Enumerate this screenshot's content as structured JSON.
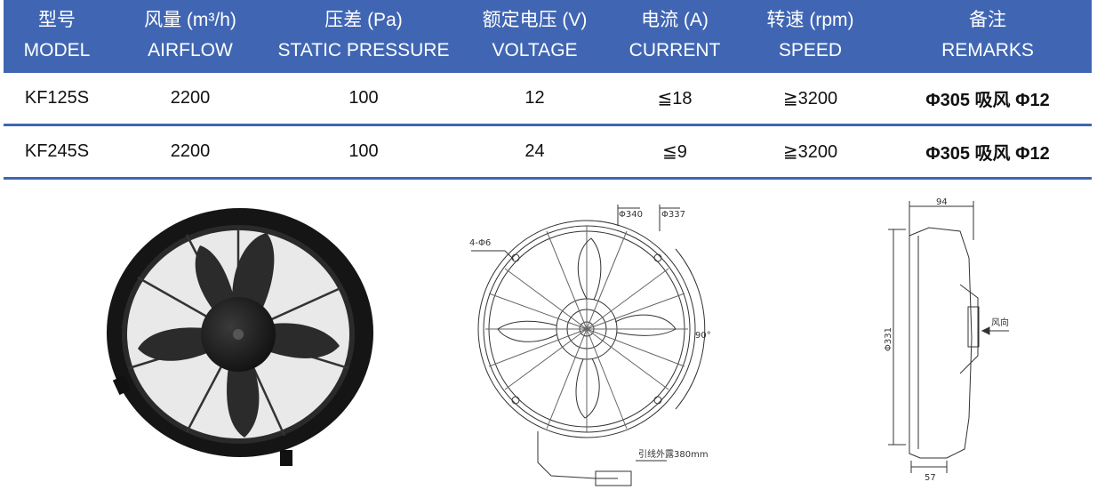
{
  "table": {
    "headers": [
      {
        "cn": "型号",
        "en": "MODEL"
      },
      {
        "cn": "风量 (m³/h)",
        "en": "AIRFLOW"
      },
      {
        "cn": "压差 (Pa)",
        "en": "STATIC PRESSURE"
      },
      {
        "cn": "额定电压 (V)",
        "en": "VOLTAGE"
      },
      {
        "cn": "电流 (A)",
        "en": "CURRENT"
      },
      {
        "cn": "转速 (rpm)",
        "en": "SPEED"
      },
      {
        "cn": "备注",
        "en": "REMARKS"
      }
    ],
    "rows": [
      [
        "KF125S",
        "2200",
        "100",
        "12",
        "≦18",
        "≧3200",
        "Φ305 吸风 Φ12"
      ],
      [
        "KF245S",
        "2200",
        "100",
        "24",
        "≦9",
        "≧3200",
        "Φ305 吸风 Φ12"
      ]
    ]
  },
  "drawing_front": {
    "label_holes": "4-Φ6",
    "label_d1": "Φ340",
    "label_d2": "Φ337",
    "label_angle": "90°",
    "label_lead": "引线外露380mm"
  },
  "drawing_side": {
    "label_width": "94",
    "label_diameter": "Φ331",
    "label_depth": "57",
    "label_airflow": "风向"
  },
  "colors": {
    "header_bg": "#4066b3",
    "border": "#4066b3"
  }
}
